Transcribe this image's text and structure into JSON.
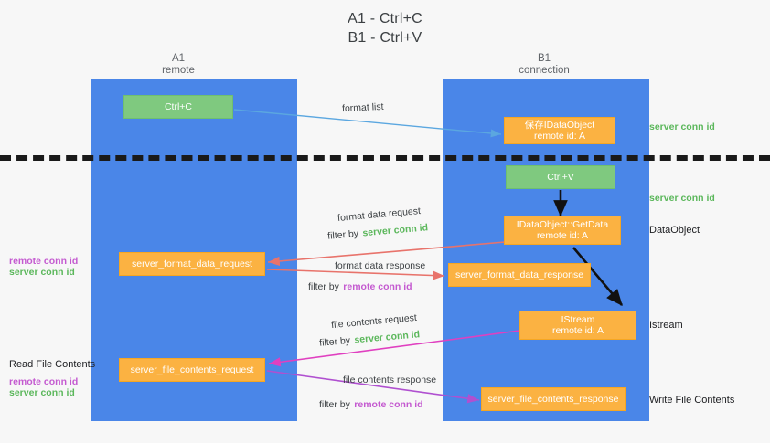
{
  "title": {
    "line1": "A1 - Ctrl+C",
    "line2": "B1 - Ctrl+V"
  },
  "lanes": [
    {
      "id": "a1",
      "name": "A1",
      "role": "remote",
      "color": "#4a86e8"
    },
    {
      "id": "b1",
      "name": "B1",
      "role": "connection",
      "color": "#4a86e8"
    }
  ],
  "colors": {
    "lane": "#4a86e8",
    "green_box": "#7fc97f",
    "orange_box": "#fbb242",
    "server_conn_id": "#5bb75b",
    "remote_conn_id": "#c45ad0",
    "arrow_blue": "#5ba7e0",
    "arrow_red": "#e8736b",
    "arrow_magenta": "#e040c0",
    "arrow_purple": "#b050d0",
    "arrow_black": "#111111",
    "separator": "#1a1a1a"
  },
  "boxes": [
    {
      "id": "ctrl-c",
      "style": "green",
      "line1": "Ctrl+C",
      "line2": ""
    },
    {
      "id": "save-idataobject",
      "style": "orange",
      "line1": "保存IDataObject",
      "line2": "remote id: A"
    },
    {
      "id": "ctrl-v",
      "style": "green",
      "line1": "Ctrl+V",
      "line2": ""
    },
    {
      "id": "getdata",
      "style": "orange",
      "line1": "IDataObject::GetData",
      "line2": "remote id: A"
    },
    {
      "id": "server-format-data-request",
      "style": "orange",
      "line1": "server_format_data_request",
      "line2": ""
    },
    {
      "id": "server-format-data-response",
      "style": "orange",
      "line1": "server_format_data_response",
      "line2": ""
    },
    {
      "id": "istream",
      "style": "orange",
      "line1": "IStream",
      "line2": "remote id: A"
    },
    {
      "id": "server-file-contents-request",
      "style": "orange",
      "line1": "server_file_contents_request",
      "line2": ""
    },
    {
      "id": "server-file-contents-response",
      "style": "orange",
      "line1": "server_file_contents_response",
      "line2": ""
    }
  ],
  "arrow_labels": {
    "format_list": "format list",
    "format_data_request": "format data request",
    "format_data_response": "format data response",
    "file_contents_request": "file contents request",
    "file_contents_response": "file contents response",
    "filter_by": "filter by",
    "server_conn_id": "server conn id",
    "remote_conn_id": "remote conn id"
  },
  "right_notes": [
    {
      "id": "note-server-conn-id-1",
      "text": "server conn id",
      "color": "server"
    },
    {
      "id": "note-server-conn-id-2",
      "text": "server conn id",
      "color": "server"
    },
    {
      "id": "note-dataobject",
      "text": "DataObject",
      "color": "dark"
    },
    {
      "id": "note-istream",
      "text": "Istream",
      "color": "dark"
    },
    {
      "id": "note-write-file-contents",
      "text": "Write File Contents",
      "color": "dark"
    }
  ],
  "left_notes": {
    "format_remote": "remote conn id",
    "format_server": "server conn id",
    "read_file_contents": "Read File Contents",
    "file_remote": "remote conn id",
    "file_server": "server conn id"
  }
}
